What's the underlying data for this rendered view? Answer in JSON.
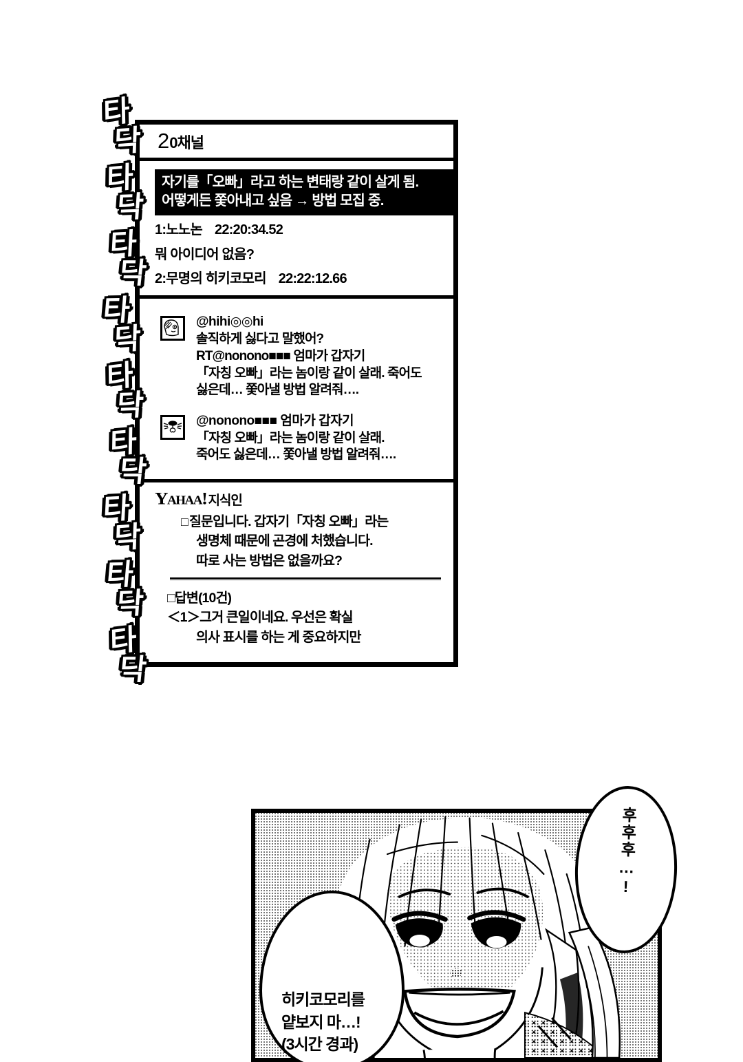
{
  "sfx": {
    "name": "typing-sound-effect",
    "syllable_top": "타",
    "syllable_bottom": "닥",
    "repeat_count": 9,
    "reading": "타닥"
  },
  "bbs": {
    "channel": {
      "number": "2",
      "rest": "0채널",
      "full": "20채널"
    },
    "thread_title_line1": "자기를「오빠」라고 하는 변태랑 같이 살게 됨.",
    "thread_title_line2": "어떻게든 쫓아내고 싶음 → 방법 모집 중.",
    "posts": [
      {
        "no": "1:",
        "author": "노노논",
        "time": "22:20:34.52"
      },
      {
        "body": "뭐 아이디어 없음?"
      },
      {
        "no": "2:",
        "author": "무명의 히키코모리",
        "time": "22:22:12.66"
      }
    ]
  },
  "twitter": {
    "tweets": [
      {
        "avatar_icon": "anime-face-avatar-icon",
        "handle": "@hihi◎◎hi",
        "lines": [
          "솔직하게 싫다고 말했어?",
          "RT@nonono■■■ 엄마가 갑자기",
          "「자칭 오빠」라는 놈이랑 같이 살래. 죽어도",
          "싫은데… 쫓아낼 방법 알려줘…."
        ]
      },
      {
        "avatar_icon": "cat-nose-avatar-icon",
        "handle": "@nonono■■■",
        "lines": [
          "@nonono■■■ 엄마가 갑자기",
          "「자칭 오빠」라는 놈이랑 같이 살래.",
          "죽어도 싫은데… 쫓아낼 방법 알려줘…."
        ]
      }
    ]
  },
  "qa": {
    "logo_main": "Y",
    "logo_rest": "AHAA",
    "logo_bang": "!",
    "logo_suffix": "지식인",
    "question_marker": "□",
    "question_lines": [
      "질문입니다. 갑자기「자칭 오빠」라는",
      "생명체 때문에 곤경에 처했습니다.",
      "따로 사는 방법은 없을까요?"
    ],
    "answer_header": "□답변(10건)",
    "answer_number": "＜1＞",
    "answer_lines": [
      "그거 큰일이네요. 우선은 확실",
      "의사 표시를 하는 게 중요하지만"
    ]
  },
  "art": {
    "panel_name": "girl-grinning-panel",
    "balloon_right_text": "후후후…!",
    "balloon_left_lines": [
      "히키코모리를",
      "얕보지 마…!",
      "(3시간 경과)"
    ]
  },
  "colors": {
    "ink": "#000000",
    "paper": "#ffffff"
  }
}
